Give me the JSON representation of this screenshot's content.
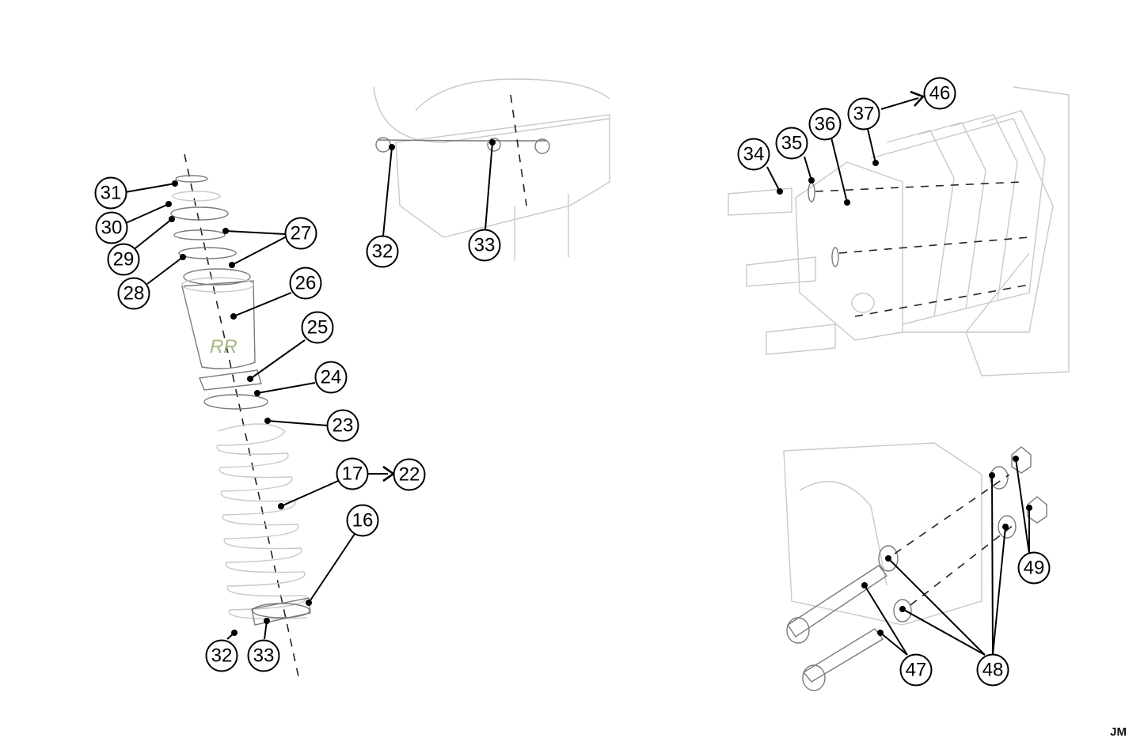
{
  "callouts": {
    "c31": "31",
    "c30": "30",
    "c29": "29",
    "c28": "28",
    "c27": "27",
    "c26": "26",
    "c25": "25",
    "c24": "24",
    "c23": "23",
    "c17": "17",
    "c22": "22",
    "c16": "16",
    "c32a": "32",
    "c33a": "33",
    "c32b": "32",
    "c33b": "33",
    "c34": "34",
    "c35": "35",
    "c36": "36",
    "c37": "37",
    "c46": "46",
    "c47": "47",
    "c48": "48",
    "c49": "49"
  },
  "signature": "JM",
  "colors": {
    "line": "#000000",
    "part_outline": "#c9c9c9",
    "background": "#ffffff"
  }
}
